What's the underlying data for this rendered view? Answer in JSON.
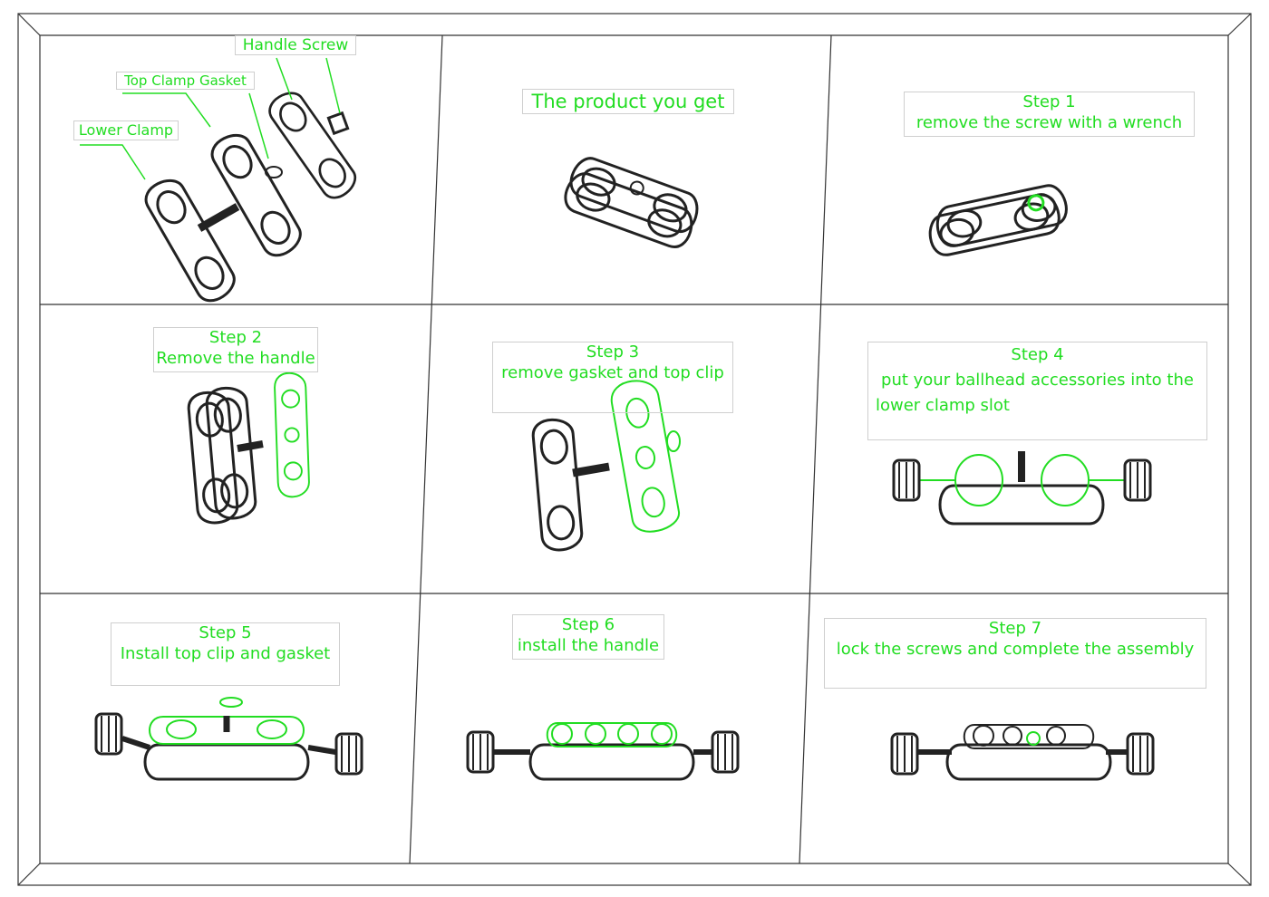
{
  "panels": [
    {
      "id": "exploded",
      "labels": {
        "handle_screw": "Handle Screw",
        "top_clamp_gasket": "Top Clamp  Gasket",
        "lower_clamp": "Lower Clamp"
      }
    },
    {
      "id": "product",
      "line1": "The product you get"
    },
    {
      "id": "step1",
      "title": "Step 1",
      "text": "remove the screw with a wrench"
    },
    {
      "id": "step2",
      "title": "Step 2",
      "text": "Remove the handle"
    },
    {
      "id": "step3",
      "title": "Step 3",
      "text": "remove gasket and top clip"
    },
    {
      "id": "step4",
      "title": "Step 4",
      "text": "put your ballhead accessories into the",
      "text2": "lower clamp slot"
    },
    {
      "id": "step5",
      "title": "Step 5",
      "text": "Install top clip and gasket"
    },
    {
      "id": "step6",
      "title": "Step 6",
      "text": "install the handle"
    },
    {
      "id": "step7",
      "title": "Step 7",
      "text": "lock the screws and complete the assembly"
    }
  ],
  "colors": {
    "highlight": "#22dd22",
    "line": "#222222",
    "label_box": "#cfcfcf"
  }
}
